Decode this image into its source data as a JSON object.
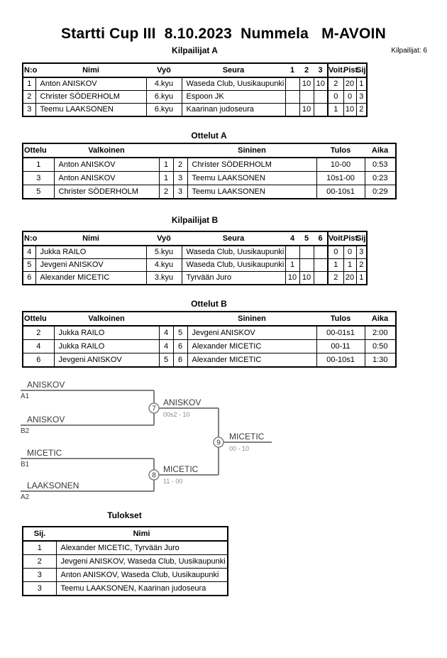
{
  "page": {
    "title": "Startti Cup III  8.10.2023  Nummela   M-AVOIN",
    "participants_label": "Kilpailijat: 6"
  },
  "tables": {
    "kilpailijat_a": {
      "title": "Kilpailijat A",
      "headers": [
        "N:o",
        "Nimi",
        "Vyö",
        "Seura",
        "1",
        "2",
        "3",
        "Voit.",
        "Pist.",
        "Sij."
      ],
      "rows": [
        [
          "1",
          "Anton ANISKOV",
          "4.kyu",
          "Waseda Club, Uusikaupunki",
          "",
          "10",
          "10",
          "2",
          "20",
          "1"
        ],
        [
          "2",
          "Christer SÖDERHOLM",
          "6.kyu",
          "Espoon JK",
          "",
          "",
          "",
          "0",
          "0",
          "3"
        ],
        [
          "3",
          "Teemu LAAKSONEN",
          "6.kyu",
          "Kaarinan judoseura",
          "",
          "10",
          "",
          "1",
          "10",
          "2"
        ]
      ]
    },
    "ottelut_a": {
      "title": "Ottelut A",
      "headers": [
        "Ottelu",
        "Valkoinen",
        "",
        "",
        "Sininen",
        "Tulos",
        "Aika"
      ],
      "rows": [
        [
          "1",
          "Anton ANISKOV",
          "1",
          "2",
          "Christer SÖDERHOLM",
          "10-00",
          "0:53"
        ],
        [
          "3",
          "Anton ANISKOV",
          "1",
          "3",
          "Teemu LAAKSONEN",
          "10s1-00",
          "0:23"
        ],
        [
          "5",
          "Christer SÖDERHOLM",
          "2",
          "3",
          "Teemu LAAKSONEN",
          "00-10s1",
          "0:29"
        ]
      ]
    },
    "kilpailijat_b": {
      "title": "Kilpailijat B",
      "headers": [
        "N:o",
        "Nimi",
        "Vyö",
        "Seura",
        "4",
        "5",
        "6",
        "Voit.",
        "Pist.",
        "Sij."
      ],
      "rows": [
        [
          "4",
          "Jukka RAILO",
          "5.kyu",
          "Waseda Club, Uusikaupunki",
          "",
          "",
          "",
          "0",
          "0",
          "3"
        ],
        [
          "5",
          "Jevgeni ANISKOV",
          "4.kyu",
          "Waseda Club, Uusikaupunki",
          "1",
          "",
          "",
          "1",
          "1",
          "2"
        ],
        [
          "6",
          "Alexander MICETIC",
          "3.kyu",
          "Tyrvään Juro",
          "10",
          "10",
          "",
          "2",
          "20",
          "1"
        ]
      ]
    },
    "ottelut_b": {
      "title": "Ottelut B",
      "headers": [
        "Ottelu",
        "Valkoinen",
        "",
        "",
        "Sininen",
        "Tulos",
        "Aika"
      ],
      "rows": [
        [
          "2",
          "Jukka RAILO",
          "4",
          "5",
          "Jevgeni ANISKOV",
          "00-01s1",
          "2:00"
        ],
        [
          "4",
          "Jukka RAILO",
          "4",
          "6",
          "Alexander MICETIC",
          "00-11",
          "0:50"
        ],
        [
          "6",
          "Jevgeni ANISKOV",
          "5",
          "6",
          "Alexander MICETIC",
          "00-10s1",
          "1:30"
        ]
      ]
    },
    "tulokset": {
      "title": "Tulokset",
      "headers": [
        "Sij.",
        "Nimi"
      ],
      "rows": [
        [
          "1",
          "Alexander MICETIC, Tyrvään Juro"
        ],
        [
          "2",
          "Jevgeni ANISKOV, Waseda Club, Uusikaupunki"
        ],
        [
          "3",
          "Anton ANISKOV, Waseda Club, Uusikaupunki"
        ],
        [
          "3",
          "Teemu LAAKSONEN, Kaarinan judoseura"
        ]
      ]
    }
  },
  "bracket": {
    "line_color": "#808080",
    "entrants": [
      {
        "name": "ANISKOV",
        "seed": "A1"
      },
      {
        "name": "ANISKOV",
        "seed": "B2"
      },
      {
        "name": "MICETIC",
        "seed": "B1"
      },
      {
        "name": "LAAKSONEN",
        "seed": "A2"
      }
    ],
    "matches": [
      {
        "number": "7",
        "winner": "ANISKOV",
        "score": "00s2 - 10"
      },
      {
        "number": "8",
        "winner": "MICETIC",
        "score": "11 - 00"
      },
      {
        "number": "9",
        "winner": "MICETIC",
        "score": "00 - 10"
      }
    ]
  }
}
